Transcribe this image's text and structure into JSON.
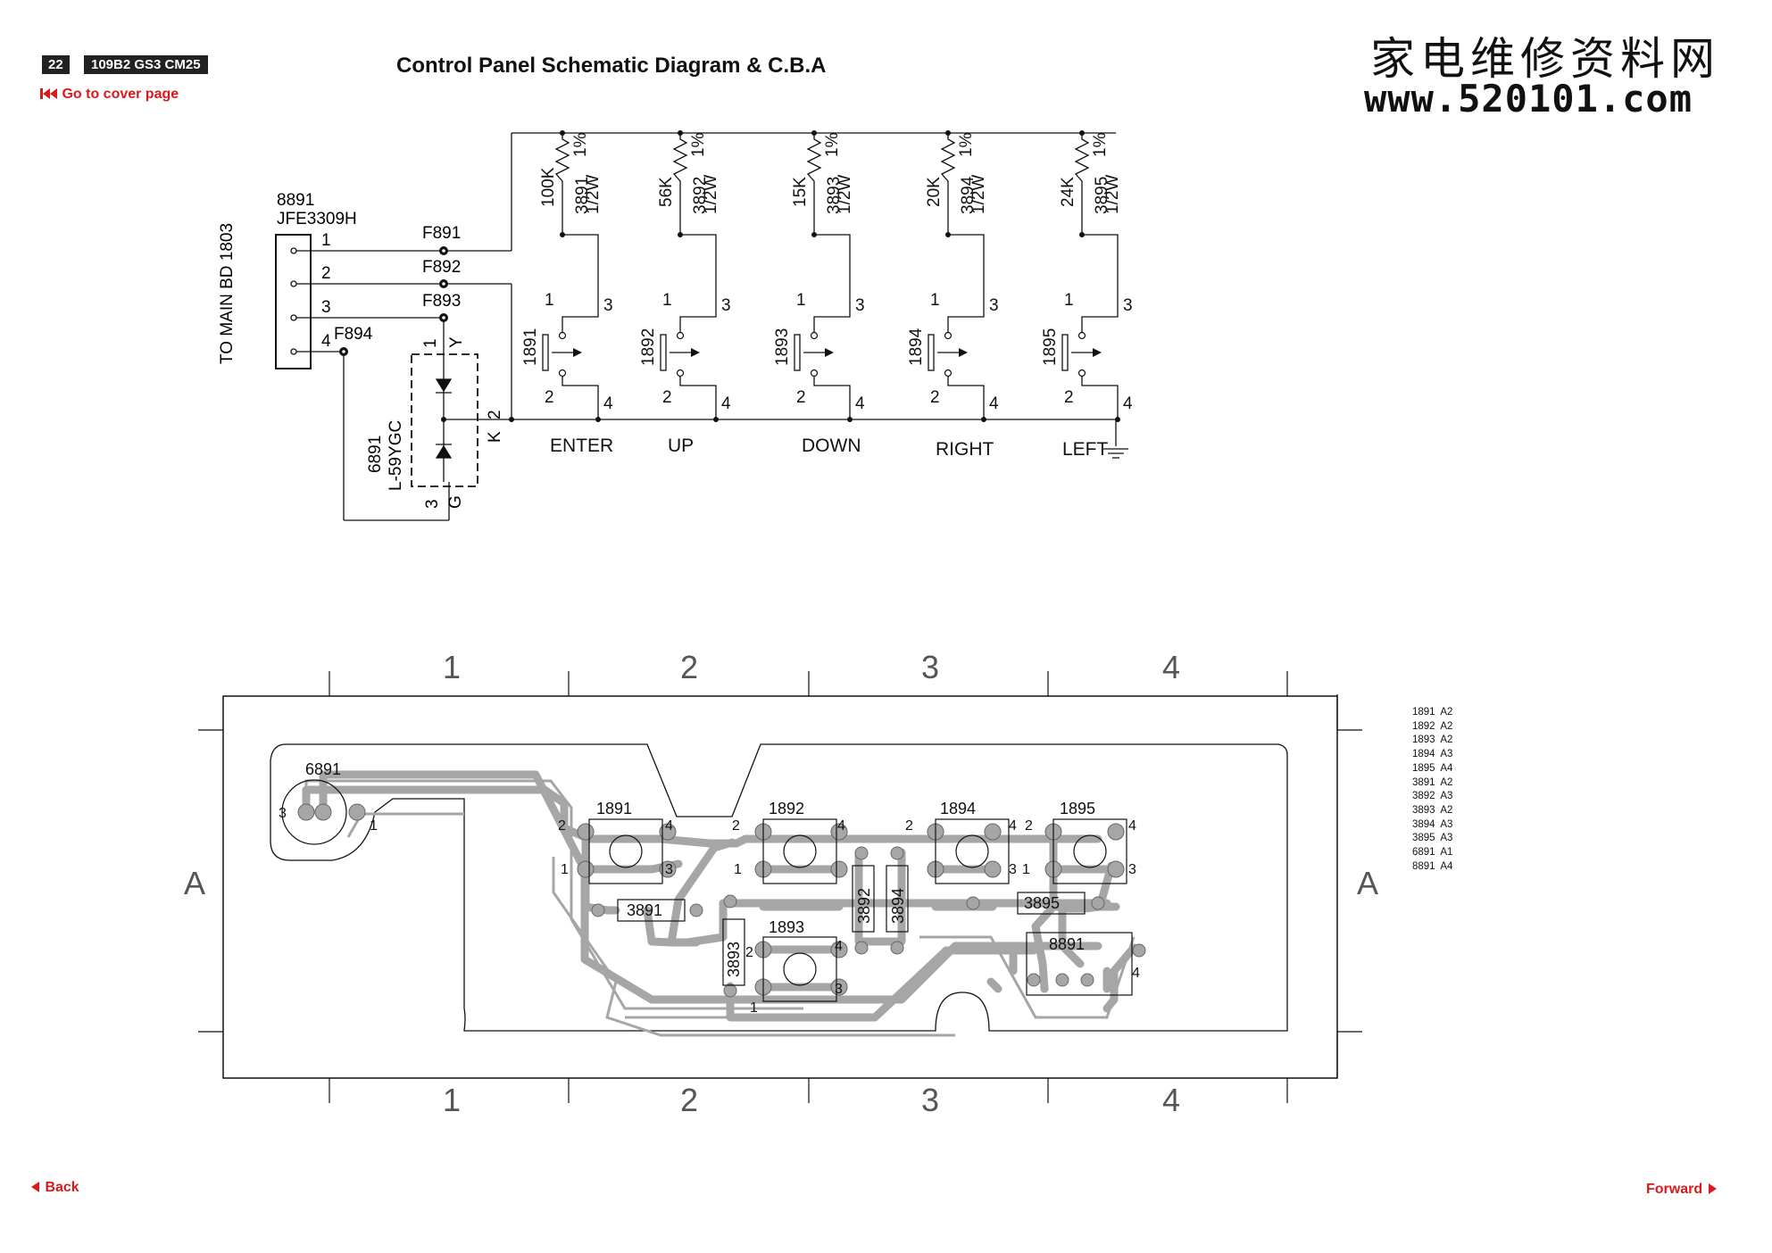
{
  "header": {
    "page_number": "22",
    "model": "109B2 GS3 CM25",
    "title": "Control Panel Schematic Diagram & C.B.A",
    "cover_link": "Go to cover page"
  },
  "watermark": {
    "chinese": "家电维修资料网",
    "url": "www.520101.com"
  },
  "schematic": {
    "connector_ref": "8891",
    "connector_part": "JFE3309H",
    "side_label": "TO MAIN BD 1803",
    "pins": [
      "1",
      "2",
      "3",
      "4"
    ],
    "test_points": [
      "F891",
      "F892",
      "F893",
      "F894"
    ],
    "led_ref": "6891",
    "led_part": "L-59YGC",
    "led_pin_labels": [
      "1",
      "Y",
      "2",
      "K",
      "3",
      "G"
    ],
    "switches": [
      {
        "ref": "1891",
        "label": "ENTER",
        "res_value": "100K",
        "res_ref": "3891"
      },
      {
        "ref": "1892",
        "label": "UP",
        "res_value": "56K",
        "res_ref": "3892"
      },
      {
        "ref": "1893",
        "label": "DOWN",
        "res_value": "15K",
        "res_ref": "3893"
      },
      {
        "ref": "1894",
        "label": "RIGHT",
        "res_value": "20K",
        "res_ref": "3894"
      },
      {
        "ref": "1895",
        "label": "LEFT",
        "res_value": "24K",
        "res_ref": "3895"
      }
    ],
    "res_tolerance": "1%",
    "res_power": "1/2W",
    "switch_pins": [
      "1",
      "3",
      "2",
      "4"
    ]
  },
  "pcb": {
    "columns": [
      "1",
      "2",
      "3",
      "4"
    ],
    "row": "A",
    "components": [
      "6891",
      "1891",
      "1892",
      "1893",
      "1894",
      "1895",
      "3891",
      "3892",
      "3893",
      "3894",
      "3895",
      "8891"
    ],
    "pin_labels": [
      "1",
      "2",
      "3",
      "4"
    ]
  },
  "legend": [
    "1891  A2",
    "1892  A2",
    "1893  A2",
    "1894  A3",
    "1895  A4",
    "3891  A2",
    "3892  A3",
    "3893  A2",
    "3894  A3",
    "3895  A3",
    "6891  A1",
    "8891  A4"
  ],
  "footer": {
    "back": "Back",
    "forward": "Forward"
  },
  "colors": {
    "accent": "#d91a1a",
    "trace": "#a6a6a6",
    "ink": "#111111"
  }
}
